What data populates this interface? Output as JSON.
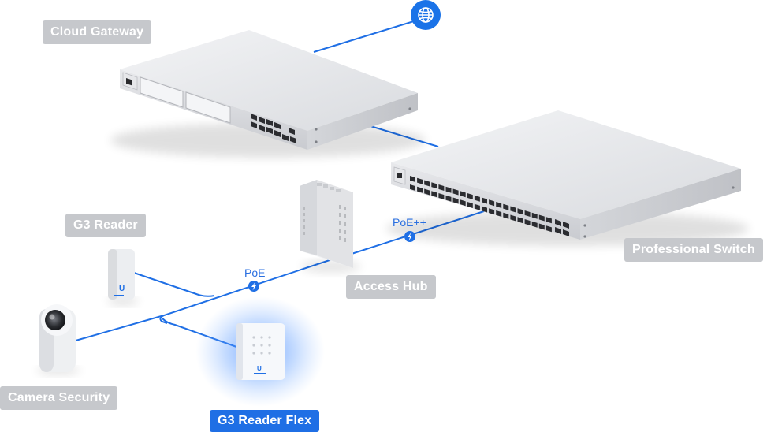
{
  "nodes": {
    "cloud_gateway": "Cloud Gateway",
    "professional_switch": "Professional Switch",
    "g3_reader": "G3 Reader",
    "access_hub": "Access Hub",
    "camera_security": "Camera Security",
    "g3_reader_flex": "G3 Reader Flex"
  },
  "links": {
    "poe_plus_plus": "PoE++",
    "poe": "PoE"
  },
  "colors": {
    "link_line": "#1f6fe5",
    "active_label": "#1f6fe5",
    "inactive_label": "#c6c8cc",
    "internet_node": "#1a73e8"
  },
  "icons": [
    "globe-icon",
    "bolt-icon"
  ]
}
